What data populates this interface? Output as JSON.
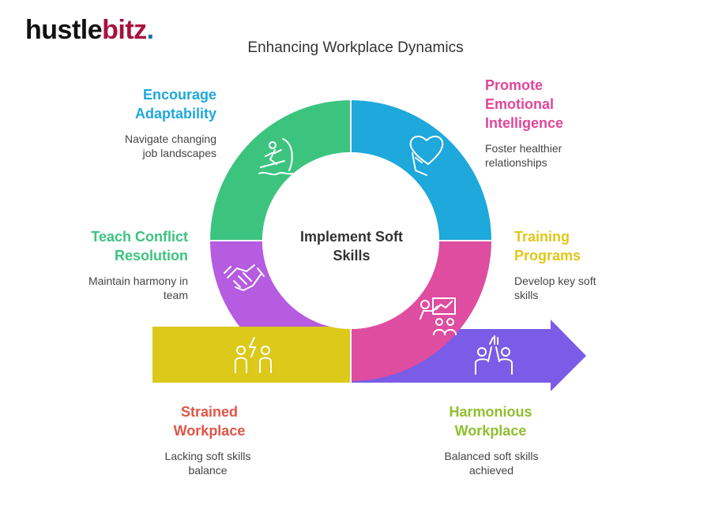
{
  "brand": {
    "part1": "hustle",
    "part2": "bitz",
    "dot": "."
  },
  "title": "Enhancing Workplace Dynamics",
  "center": {
    "line1": "Implement Soft",
    "line2": "Skills"
  },
  "segments": {
    "adaptability": {
      "title1": "Encourage",
      "title2": "Adaptability",
      "desc1": "Navigate changing",
      "desc2": "job landscapes",
      "color": "#3cc47f",
      "icon": "surfer-on-wave-icon"
    },
    "emotional": {
      "title1": "Promote",
      "title2": "Emotional",
      "title3": "Intelligence",
      "desc1": "Foster healthier",
      "desc2": "relationships",
      "color": "#1ea8dc",
      "label_color": "#e0469a",
      "icon": "heart-in-hand-icon"
    },
    "training": {
      "title1": "Training",
      "title2": "Programs",
      "desc1": "Develop key soft",
      "desc2": "skills",
      "color": "#de4da0",
      "label_color": "#e2c61a",
      "icon": "presentation-trainer-icon"
    },
    "conflict": {
      "title1": "Teach Conflict",
      "title2": "Resolution",
      "desc1": "Maintain harmony in",
      "desc2": "team",
      "color": "#b55ce0",
      "label_color": "#3cc47f",
      "icon": "handshake-icon"
    }
  },
  "start": {
    "title1": "Strained",
    "title2": "Workplace",
    "desc1": "Lacking soft skills",
    "desc2": "balance",
    "color": "#dcc91a",
    "label_color": "#e05546",
    "icon": "conflict-people-icon"
  },
  "end": {
    "title1": "Harmonious",
    "title2": "Workplace",
    "desc1": "Balanced soft skills",
    "desc2": "achieved",
    "color": "#7a5ce6",
    "label_color": "#8fbf2f",
    "icon": "high-five-icon"
  }
}
